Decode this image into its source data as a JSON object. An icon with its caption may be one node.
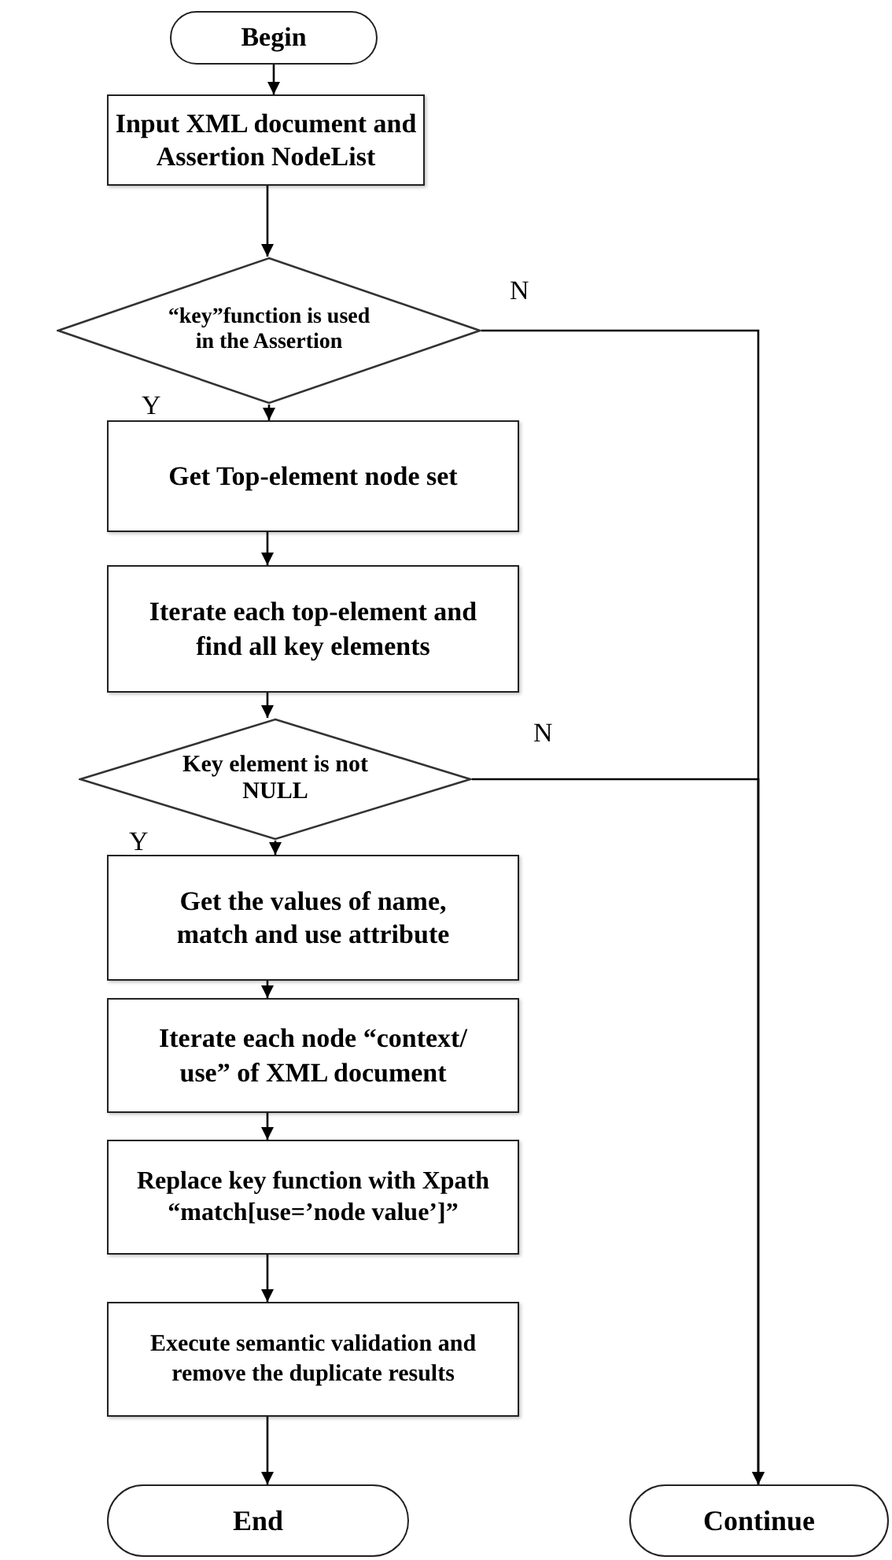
{
  "diagram": {
    "nodes": [
      {
        "text": [
          "Begin"
        ]
      },
      {
        "text": [
          "Input XML document and Assertion NodeList"
        ]
      },
      {
        "text": [
          "“key”function is used in the Assertion"
        ]
      },
      {
        "text": [
          "Get Top-element node set"
        ]
      },
      {
        "text": [
          "Iterate each top-element and find all key elements"
        ]
      },
      {
        "text": [
          "Key element is not NULL"
        ]
      },
      {
        "text": [
          "Get the values of name, match and use attribute"
        ]
      },
      {
        "text": [
          "Iterate each node “context/ use” of XML document"
        ]
      },
      {
        "text": [
          "Replace key function with Xpath “match[use=’node value’]”"
        ]
      },
      {
        "text": [
          "Execute semantic validation and remove the duplicate results"
        ]
      },
      {
        "text": [
          "End"
        ]
      },
      {
        "text": [
          "Continue"
        ]
      }
    ],
    "edges": [
      {
        "from": 0,
        "to": 1,
        "arrow": "to"
      },
      {
        "from": 1,
        "to": 2,
        "arrow": "to"
      },
      {
        "from": 2,
        "to": 3,
        "arrow": "to",
        "label": "Y"
      },
      {
        "from": 3,
        "to": 4,
        "arrow": "to"
      },
      {
        "from": 4,
        "to": 5,
        "arrow": "to"
      },
      {
        "from": 5,
        "to": 6,
        "arrow": "to",
        "label": "Y"
      },
      {
        "from": 6,
        "to": 7,
        "arrow": "to"
      },
      {
        "from": 7,
        "to": 8,
        "arrow": "to"
      },
      {
        "from": 8,
        "to": 9,
        "arrow": "to"
      },
      {
        "from": 9,
        "to": 10,
        "arrow": "to"
      },
      {
        "from": 2,
        "to": 11,
        "arrow": "to",
        "label": "N"
      },
      {
        "from": 5,
        "to": 11,
        "arrow": "to",
        "label": "N"
      }
    ]
  }
}
